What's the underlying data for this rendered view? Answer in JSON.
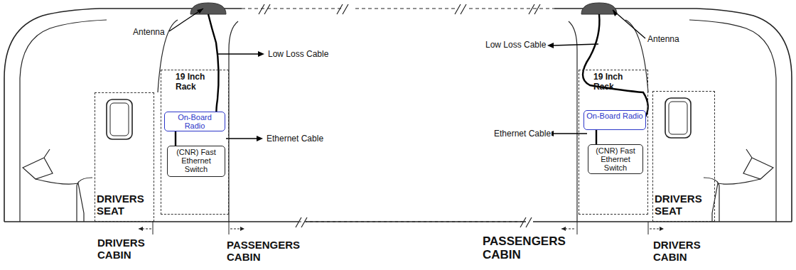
{
  "diagram": {
    "nodes": [
      {
        "text": [
          "DRIVERS SEAT"
        ]
      },
      {
        "text": [
          "19 Inch Rack"
        ]
      },
      {
        "text": [
          "On-Board Radio"
        ],
        "in": 1
      },
      {
        "text": [
          "(CNR) Fast Ethernet Switch"
        ],
        "in": 1
      },
      {
        "text": [
          "19 Inch Rack"
        ]
      },
      {
        "text": [
          "On-Board Radio"
        ],
        "in": 4
      },
      {
        "text": [
          "(CNR) Fast Ethernet Switch"
        ],
        "in": 4
      },
      {
        "text": [
          "DRIVERS SEAT"
        ]
      }
    ],
    "edges": [
      {
        "from": 2,
        "to": 3,
        "arrow": "none"
      },
      {
        "from": 5,
        "to": 6,
        "arrow": "none"
      }
    ],
    "labels": [
      "Antenna",
      "Low Loss Cable",
      "Ethernet Cable",
      "DRIVERS CABIN",
      "PASSENGERS CABIN",
      "Low Loss Cable",
      "Antenna",
      "Ethernet Cable",
      "PASSENGERS CABIN",
      "DRIVERS CABIN"
    ]
  }
}
